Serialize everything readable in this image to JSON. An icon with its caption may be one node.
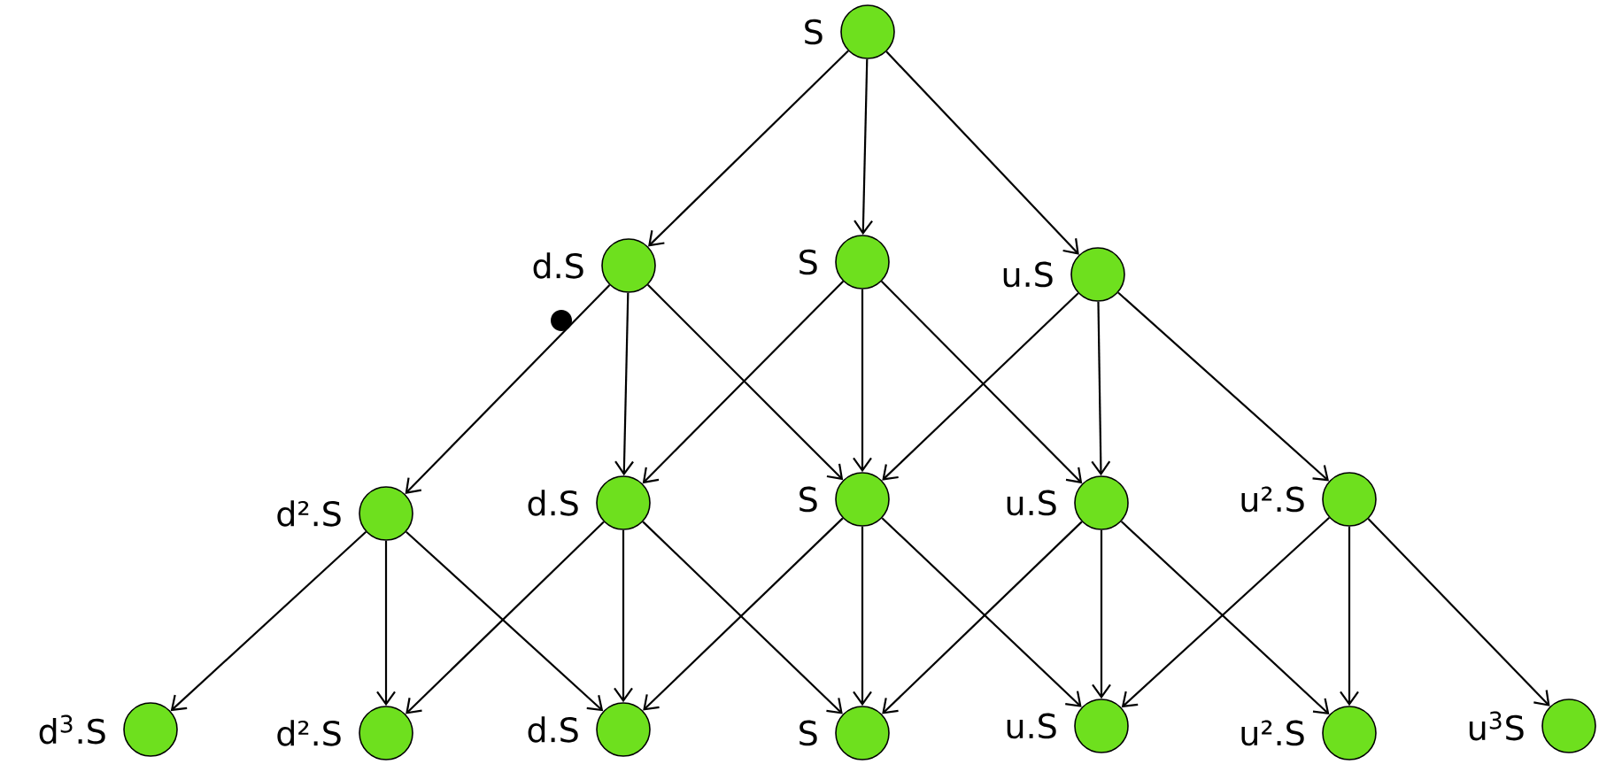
{
  "diagram": {
    "nodes": [
      {
        "text": [
          "S"
        ]
      },
      {
        "text": [
          "d.S"
        ]
      },
      {
        "text": [
          "S"
        ]
      },
      {
        "text": [
          "u.S"
        ]
      },
      {
        "text": [
          "d².S"
        ]
      },
      {
        "text": [
          "d.S"
        ]
      },
      {
        "text": [
          "S"
        ]
      },
      {
        "text": [
          "u.S"
        ]
      },
      {
        "text": [
          "u².S"
        ]
      },
      {
        "text": [
          "d$^{3}$.S"
        ]
      },
      {
        "text": [
          "d².S"
        ]
      },
      {
        "text": [
          "d.S"
        ]
      },
      {
        "text": [
          "S"
        ]
      },
      {
        "text": [
          "u.S"
        ]
      },
      {
        "text": [
          "u².S"
        ]
      },
      {
        "text": [
          "u$^{3}$S"
        ]
      }
    ],
    "edges": [
      {
        "from": 0,
        "to": 1,
        "arrow": "to"
      },
      {
        "from": 0,
        "to": 2,
        "arrow": "to"
      },
      {
        "from": 0,
        "to": 3,
        "arrow": "to"
      },
      {
        "from": 1,
        "to": 4,
        "arrow": "to"
      },
      {
        "from": 1,
        "to": 5,
        "arrow": "to"
      },
      {
        "from": 1,
        "to": 6,
        "arrow": "to"
      },
      {
        "from": 2,
        "to": 5,
        "arrow": "to"
      },
      {
        "from": 2,
        "to": 6,
        "arrow": "to"
      },
      {
        "from": 2,
        "to": 7,
        "arrow": "to"
      },
      {
        "from": 3,
        "to": 6,
        "arrow": "to"
      },
      {
        "from": 3,
        "to": 7,
        "arrow": "to"
      },
      {
        "from": 3,
        "to": 8,
        "arrow": "to"
      },
      {
        "from": 4,
        "to": 9,
        "arrow": "to"
      },
      {
        "from": 4,
        "to": 10,
        "arrow": "to"
      },
      {
        "from": 4,
        "to": 11,
        "arrow": "to"
      },
      {
        "from": 5,
        "to": 10,
        "arrow": "to"
      },
      {
        "from": 5,
        "to": 11,
        "arrow": "to"
      },
      {
        "from": 5,
        "to": 12,
        "arrow": "to"
      },
      {
        "from": 6,
        "to": 11,
        "arrow": "to"
      },
      {
        "from": 6,
        "to": 12,
        "arrow": "to"
      },
      {
        "from": 6,
        "to": 13,
        "arrow": "to"
      },
      {
        "from": 7,
        "to": 12,
        "arrow": "to"
      },
      {
        "from": 7,
        "to": 13,
        "arrow": "to"
      },
      {
        "from": 7,
        "to": 14,
        "arrow": "to"
      },
      {
        "from": 8,
        "to": 13,
        "arrow": "to"
      },
      {
        "from": 8,
        "to": 14,
        "arrow": "to"
      },
      {
        "from": 8,
        "to": 15,
        "arrow": "to"
      }
    ]
  }
}
